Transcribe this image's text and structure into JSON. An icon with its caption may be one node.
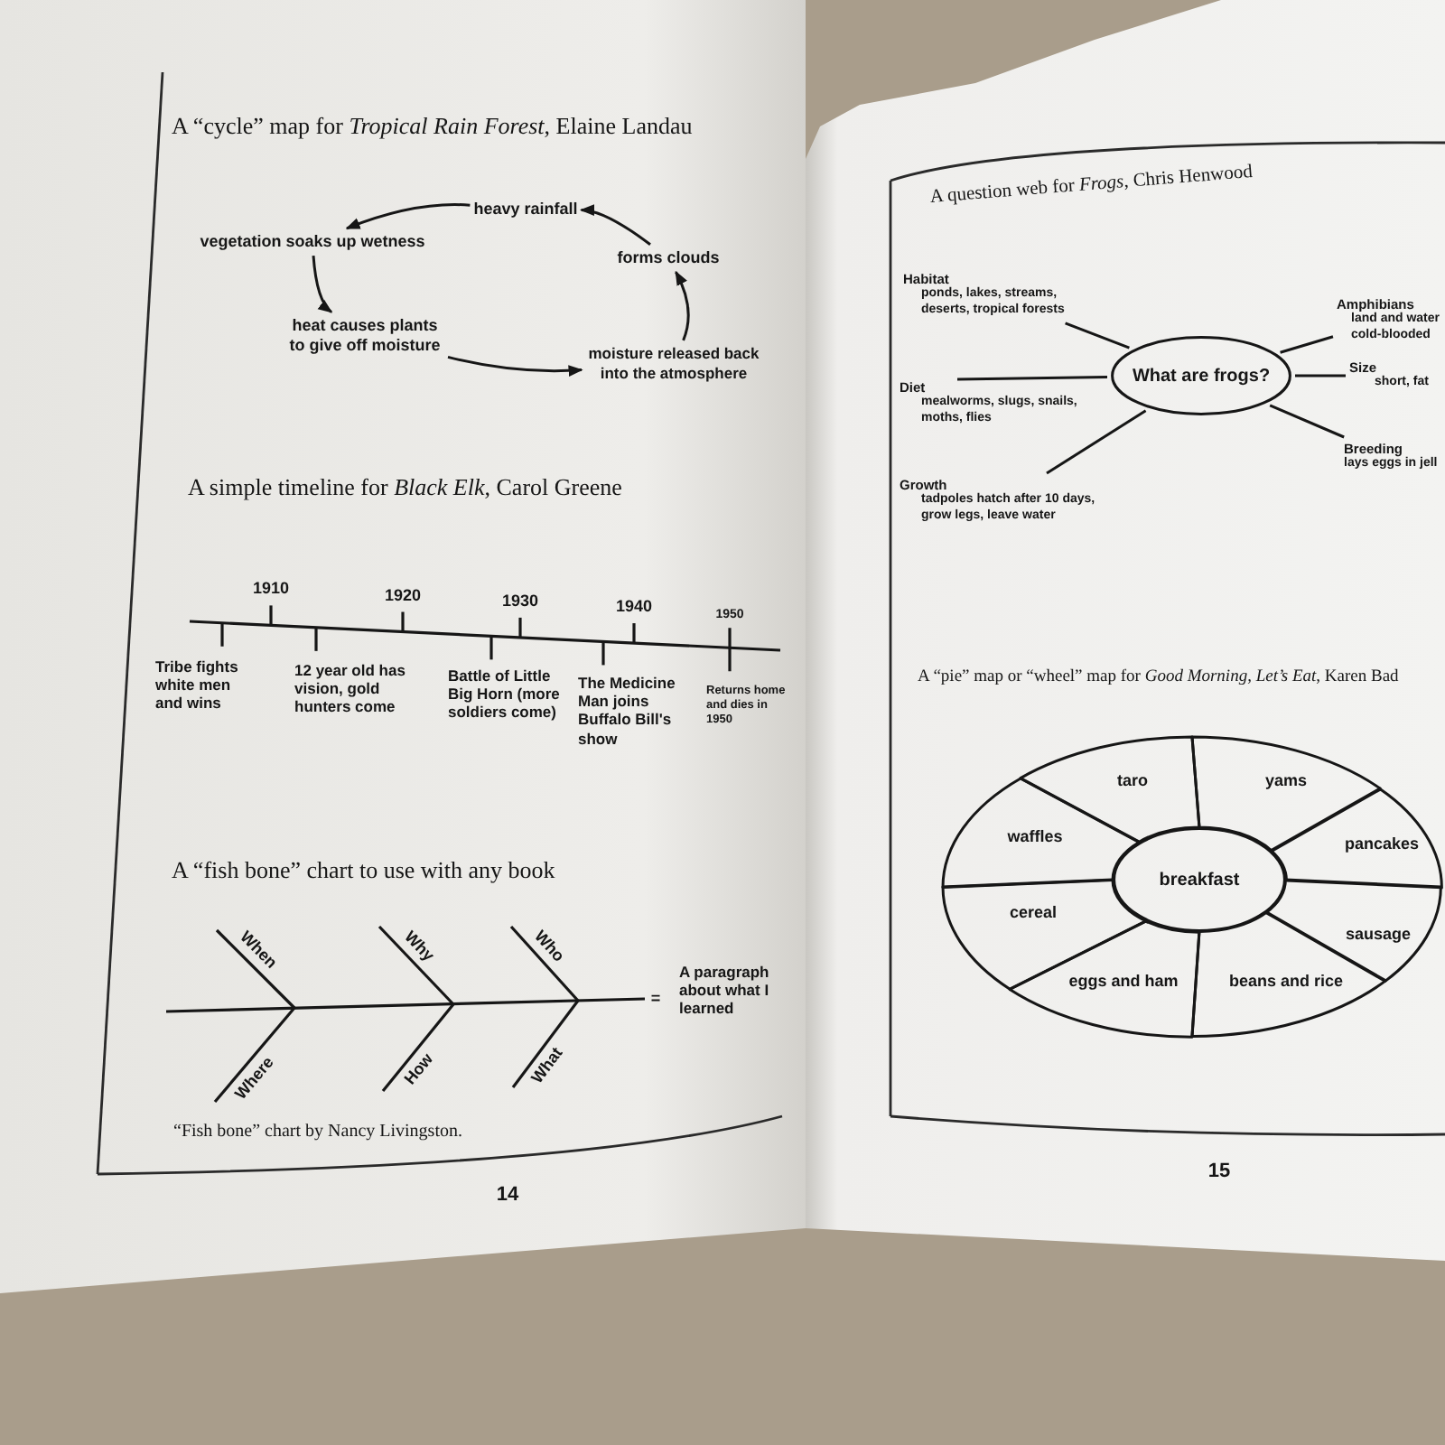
{
  "diagram": {
    "nodes": [
      {
        "text": [
          "heavy rainfall"
        ]
      },
      {
        "text": [
          "vegetation soaks up wetness"
        ]
      },
      {
        "text": [
          "forms clouds"
        ]
      },
      {
        "text": [
          "heat causes plants to give off moisture"
        ]
      },
      {
        "text": [
          "moisture released back into the atmosphere"
        ]
      },
      {
        "text": [
          "Habitat",
          "ponds, lakes, streams, deserts, tropical forests"
        ]
      },
      {
        "text": [
          "Amphibians",
          "land and water",
          "cold-blooded"
        ]
      },
      {
        "text": [
          "Size",
          "short, fat"
        ]
      },
      {
        "text": [
          "What are frogs?"
        ]
      },
      {
        "text": [
          "Diet",
          "mealworms, slugs, snails, moths, flies"
        ]
      },
      {
        "text": [
          "Breeding",
          "lays eggs in jell"
        ]
      },
      {
        "text": [
          "Growth",
          "tadpoles hatch after 10 days, grow legs, leave water"
        ]
      },
      {
        "text": [
          "taro"
        ]
      },
      {
        "text": [
          "yams"
        ]
      },
      {
        "text": [
          "waffles"
        ]
      },
      {
        "text": [
          "pancakes"
        ]
      },
      {
        "text": [
          "breakfast"
        ]
      },
      {
        "text": [
          "cereal"
        ]
      },
      {
        "text": [
          "sausage"
        ]
      },
      {
        "text": [
          "eggs and ham"
        ]
      },
      {
        "text": [
          "beans and rice"
        ]
      }
    ],
    "edges": [
      {
        "from": 0,
        "to": 1,
        "arrow": "to"
      },
      {
        "from": 1,
        "to": 3,
        "arrow": "to"
      },
      {
        "from": 3,
        "to": 4,
        "arrow": "to"
      },
      {
        "from": 4,
        "to": 2,
        "arrow": "to"
      },
      {
        "from": 2,
        "to": 0,
        "arrow": "to"
      },
      {
        "from": 8,
        "to": 5,
        "arrow": "none"
      },
      {
        "from": 8,
        "to": 6,
        "arrow": "none"
      },
      {
        "from": 8,
        "to": 7,
        "arrow": "none"
      },
      {
        "from": 8,
        "to": 10,
        "arrow": "none"
      },
      {
        "from": 8,
        "to": 11,
        "arrow": "none"
      },
      {
        "from": 8,
        "to": 9,
        "arrow": "none"
      }
    ],
    "labels": [
      "A “cycle” map for *Tropical Rain Forest*, Elaine Landau",
      "A simple timeline for *Black Elk*, Carol Greene",
      "1910",
      "1920",
      "1930",
      "1940",
      "1950",
      "Tribe fights white men and wins",
      "12 year old has vision, gold hunters come",
      "Battle of Little Big Horn (more soldiers come)",
      "The Medicine Man joins Buffalo Bill's show",
      "Returns home and dies in 1950",
      "A “fish bone” chart to use with any book",
      "When",
      "Why",
      "Who",
      "=",
      "A paragraph about what I learned",
      "Where",
      "How",
      "What",
      "“Fish bone” chart by Nancy Livingston.",
      "14",
      "A question web for *Frogs*, Chris Henwood",
      "A “pie” map or “wheel” map for *Good Morning, Let’s Eat*, Karen Bad",
      "15"
    ]
  }
}
